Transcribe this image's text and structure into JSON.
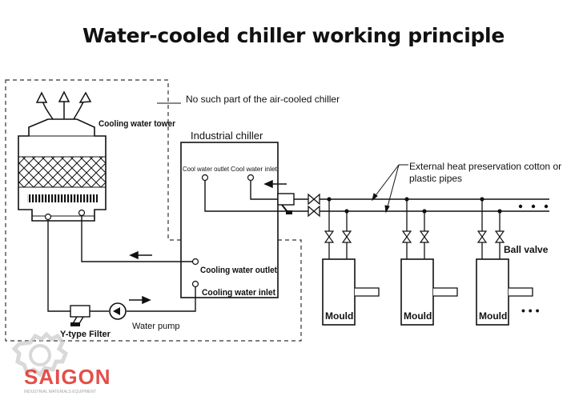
{
  "title": "Water-cooled chiller working principle",
  "labels": {
    "no_such_part": "No such part of the air-cooled chiller",
    "cooling_tower": "Cooling water tower",
    "industrial_chiller": "Industrial chiller",
    "cool_water_outlet": "Cool water outlet",
    "cool_water_inlet": "Cool water inlet",
    "external_pipes_line1": "External heat preservation cotton or",
    "external_pipes_line2": "plastic pipes",
    "cooling_water_outlet": "Cooling water outlet",
    "cooling_water_inlet": "Cooling water inlet",
    "ball_valve": "Ball valve",
    "water_pump": "Water pump",
    "y_filter": "Y-type Filter",
    "mould_1": "Mould",
    "mould_2": "Mould",
    "mould_3": "Mould",
    "ellipsis_top": "• • •",
    "ellipsis_bottom": "• • •"
  },
  "logo": {
    "name": "SAIGON",
    "tagline": "INDUSTRIAL MATERIALS EQUIPMENT"
  },
  "colors": {
    "line": "#111111",
    "dashed": "#333333",
    "logo_red": "#e0302a",
    "logo_gray": "#c9c9c9"
  }
}
